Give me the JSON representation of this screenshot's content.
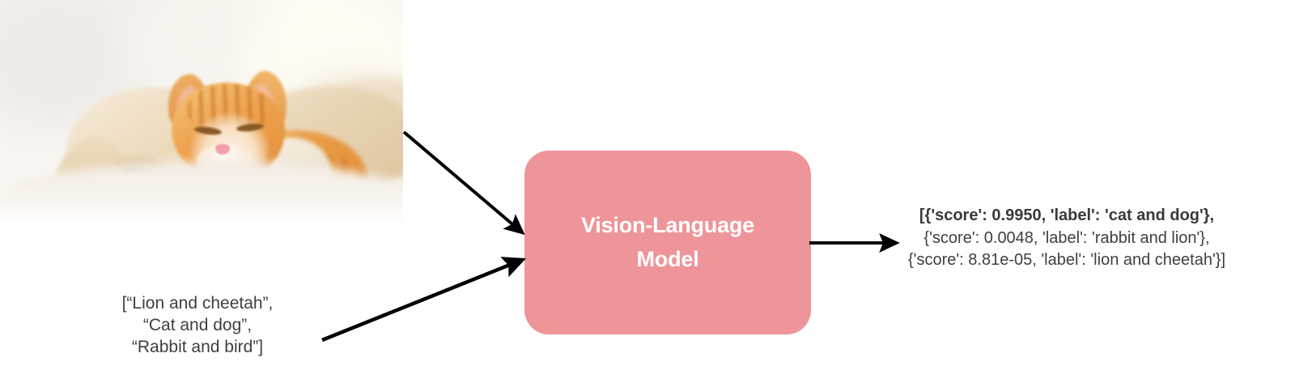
{
  "diagram": {
    "title": "Vision-Language Model zero-shot classification pipeline",
    "colors": {
      "model_box_fill": "#ee9599",
      "model_box_text": "#ffffff",
      "body_text": "#3f3f3f",
      "arrow": "#000000",
      "background": "#ffffff"
    },
    "input_image": {
      "name": "puppy-and-kitten-photo",
      "alt": "A golden puppy and an orange tabby kitten sleeping together on a white blanket"
    },
    "prompt": {
      "name": "candidate-labels-list",
      "text": "[“Lion and cheetah”,\n“Cat and dog”,\n“Rabbit and bird”]",
      "lines": [
        "[“Lion and cheetah”,",
        "“Cat and dog”,",
        "“Rabbit and bird”]"
      ]
    },
    "model": {
      "name": "vision-language-model",
      "label": "Vision-Language\nModel",
      "label_lines": [
        "Vision-Language",
        "Model"
      ]
    },
    "output": {
      "name": "prediction-list",
      "lines": [
        "[{'score': 0.9950, 'label': 'cat and dog'},",
        "{'score': 0.0048, 'label': 'rabbit and lion'},",
        "{'score': 8.81e-05, 'label': 'lion and cheetah'}]"
      ],
      "predictions": [
        {
          "score": 0.995,
          "label": "cat and dog",
          "highlighted": true
        },
        {
          "score": 0.0048,
          "label": "rabbit and lion",
          "highlighted": false
        },
        {
          "score": 8.81e-05,
          "label": "lion and cheetah",
          "highlighted": false
        }
      ]
    },
    "arrows": [
      {
        "name": "image-to-model-arrow",
        "from": "input-photo",
        "to": "vision-language-model"
      },
      {
        "name": "prompt-to-model-arrow",
        "from": "candidate-labels-list",
        "to": "vision-language-model"
      },
      {
        "name": "model-to-output-arrow",
        "from": "vision-language-model",
        "to": "prediction-list"
      }
    ]
  }
}
